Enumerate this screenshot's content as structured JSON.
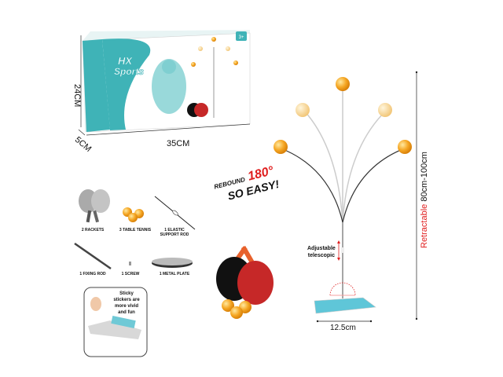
{
  "box": {
    "brand": "HX Sports",
    "age": "3+",
    "height": "24CM",
    "depth": "5CM",
    "width": "35CM"
  },
  "headline": {
    "rebound": "REBOUND",
    "angle": "180°",
    "tagline": "SO EASY!"
  },
  "contents": [
    {
      "label": "2 RACKETS"
    },
    {
      "label": "3 TABLE TENNIS"
    },
    {
      "label": "1 ELASTIC SUPPORT ROD"
    },
    {
      "label": "1 FIXING ROD"
    },
    {
      "label": "1 SCREW"
    },
    {
      "label": "1 METAL PLATE"
    }
  ],
  "sticker_note": "Sticky stickers are more vivid and fun",
  "stand": {
    "telescopic_label_1": "Adjustable",
    "telescopic_label_2": "telescopic",
    "base_width": "12.5cm",
    "retractable_word": "Retractable",
    "retractable_range": " 80cm-100cm"
  },
  "colors": {
    "teal": "#3fb3b7",
    "ball": "#f5a623",
    "accent_red": "#e02020"
  }
}
